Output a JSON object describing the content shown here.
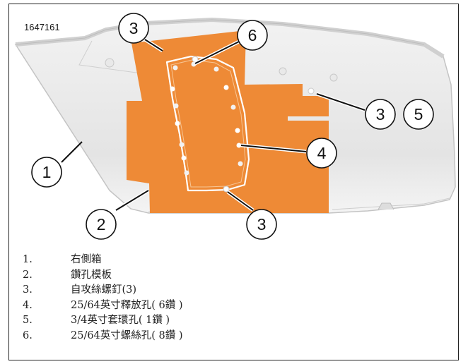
{
  "figure_id": "1647161",
  "callouts": {
    "c1": "1",
    "c2": "2",
    "c3_top": "3",
    "c3_right": "3",
    "c3_bottom": "3",
    "c4": "4",
    "c5": "5",
    "c6": "6"
  },
  "colors": {
    "template_fill": "#ee8a36",
    "case_fill": "#e6e6e6",
    "case_outline": "#c4c4c4",
    "border": "#222222"
  },
  "legend": [
    {
      "num": "1.",
      "label": "右側箱"
    },
    {
      "num": "2.",
      "label": "鑽孔模板"
    },
    {
      "num": "3.",
      "label": "自攻絲螺釘(3)"
    },
    {
      "num": "4.",
      "label": "25/64英寸釋放孔( 6鑽 )"
    },
    {
      "num": "5.",
      "label": "3/4英寸套環孔( 1鑽 )"
    },
    {
      "num": "6.",
      "label": "25/64英寸螺絲孔( 8鑽 )"
    }
  ]
}
